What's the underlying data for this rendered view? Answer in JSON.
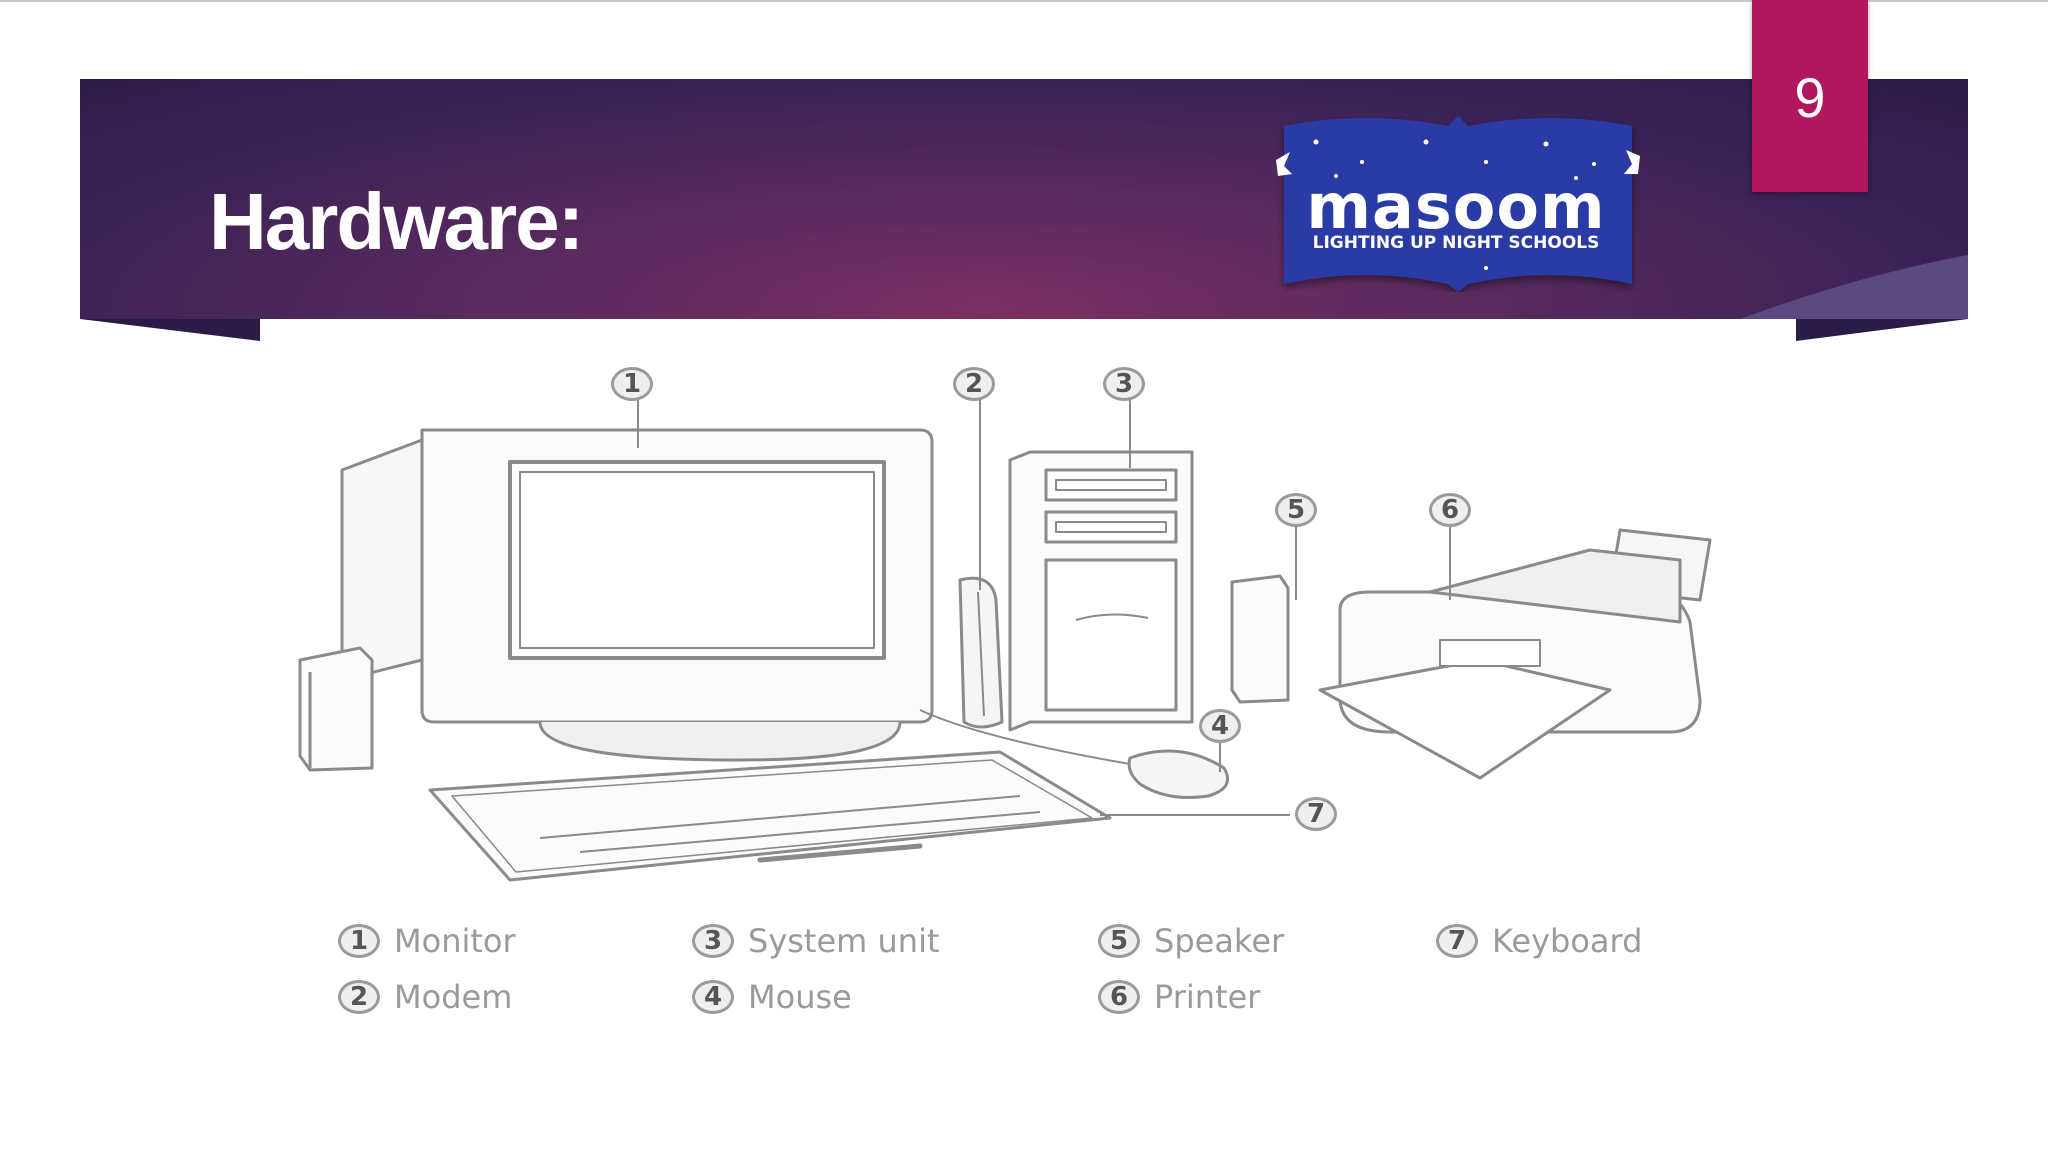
{
  "slide": {
    "title": "Hardware:",
    "page_number": "9"
  },
  "logo": {
    "name": "masoom",
    "tagline": "LIGHTING UP NIGHT SCHOOLS"
  },
  "diagram": {
    "callouts": [
      "1",
      "2",
      "3",
      "4",
      "5",
      "6",
      "7"
    ]
  },
  "legend": [
    {
      "num": "1",
      "label": "Monitor"
    },
    {
      "num": "2",
      "label": "Modem"
    },
    {
      "num": "3",
      "label": "System unit"
    },
    {
      "num": "4",
      "label": "Mouse"
    },
    {
      "num": "5",
      "label": "Speaker"
    },
    {
      "num": "6",
      "label": "Printer"
    },
    {
      "num": "7",
      "label": "Keyboard"
    }
  ],
  "colors": {
    "banner_dark": "#2a1b48",
    "banner_mid": "#7a2f63",
    "page_tab": "#b0175f",
    "logo_bg": "#2a3aa6",
    "line_art": "#8a8a8a"
  }
}
